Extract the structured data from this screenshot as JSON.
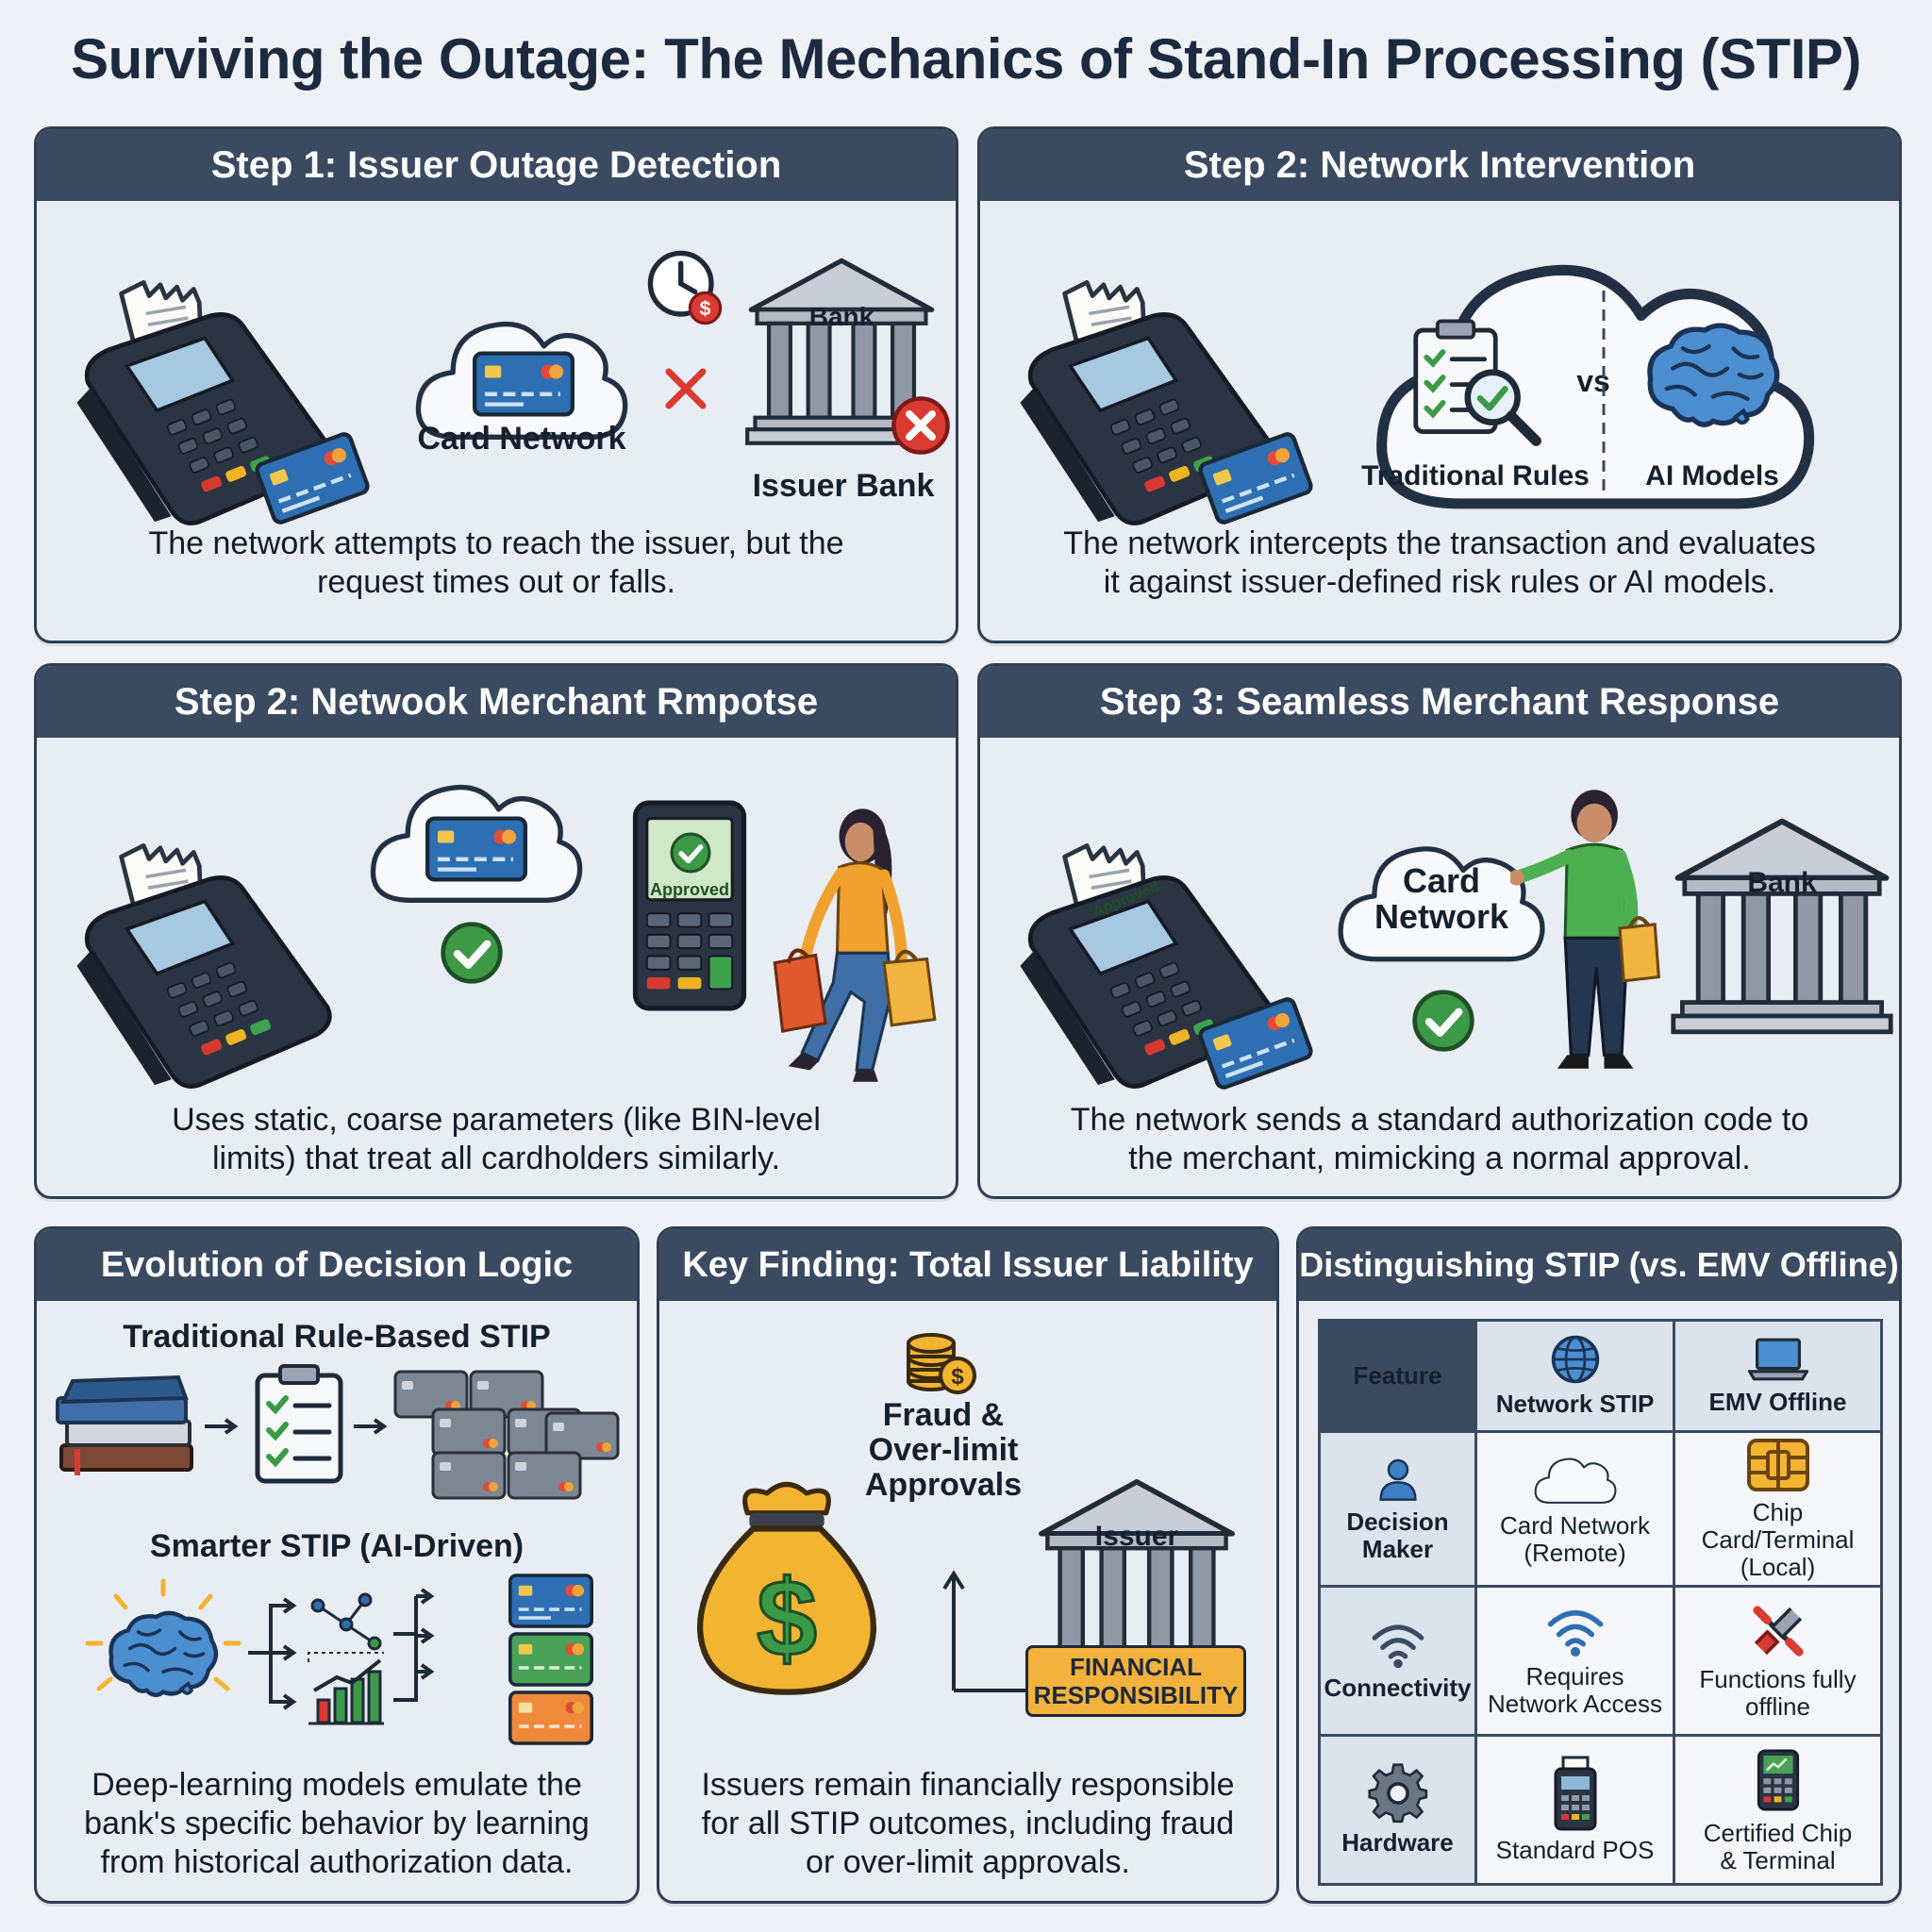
{
  "title": "Surviving the Outage: The Mechanics of Stand-In Processing (STIP)",
  "panels": {
    "p1": {
      "heading": "Step 1: Issuer Outage Detection",
      "network_label": "Card Network",
      "bank_word": "Bank",
      "bank_label": "Issuer Bank",
      "desc": [
        "The network attempts to reach the issuer, but the",
        "request times out or falls."
      ]
    },
    "p2": {
      "heading": "Step 2: Network Intervention",
      "rules_label": "Traditional Rules",
      "vs": "vs",
      "ai_label": "AI Models",
      "desc": [
        "The network intercepts the transaction and evaluates",
        "it against issuer-defined risk rules or AI models."
      ]
    },
    "p3": {
      "heading": "Step 2: Netwook Merchant Rmpotse",
      "phone_status": "Approved",
      "desc": [
        "Uses static, coarse parameters (like BIN-level",
        "limits) that treat all cardholders similarly."
      ]
    },
    "p4": {
      "heading": "Step 3: Seamless Merchant Response",
      "terminal_status": "Approved",
      "network_label": [
        "Card",
        "Network"
      ],
      "bank_word": "Bank",
      "desc": [
        "The network sends a standard authorization code to",
        "the merchant, mimicking a normal approval."
      ]
    },
    "p5": {
      "heading": "Evolution of Decision Logic",
      "trad_label": "Traditional Rule-Based STIP",
      "ai_label": "Smarter STIP (AI-Driven)",
      "desc": [
        "Deep-learning models emulate the",
        "bank's specific behavior by learning",
        "from historical authorization data."
      ]
    },
    "p6": {
      "heading": "Key Finding: Total Issuer Liability",
      "fraud_label": [
        "Fraud &",
        "Over-limit",
        "Approvals"
      ],
      "issuer_word": "Issuer",
      "resp_label": [
        "FINANCIAL",
        "RESPONSIBILITY"
      ],
      "desc": [
        "Issuers remain financially responsible",
        "for all STIP outcomes, including fraud",
        "or over-limit approvals."
      ]
    },
    "p7": {
      "heading": "Distinguishing STIP (vs. EMV Offline)",
      "table": {
        "feature": "Feature",
        "col1": "Network STIP",
        "col2": "EMV Offline",
        "rows": [
          {
            "name": [
              "Decision",
              "Maker"
            ],
            "c1": [
              "Card Network",
              "(Remote)"
            ],
            "c2": [
              "Chip Card/Terminal",
              "(Local)"
            ]
          },
          {
            "name": [
              "Connectivity"
            ],
            "c1": [
              "Requires",
              "Network Access"
            ],
            "c2": [
              "Functions fully",
              "offline"
            ]
          },
          {
            "name": [
              "Hardware"
            ],
            "c1": [
              "Standard POS"
            ],
            "c2": [
              "Certified Chip",
              "& Terminal"
            ]
          }
        ]
      }
    }
  }
}
